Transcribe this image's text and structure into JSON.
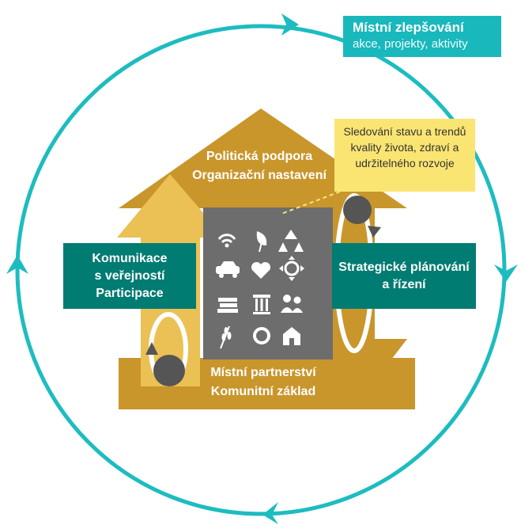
{
  "top_banner": {
    "title": "Místní zlepšování",
    "subtitle": "akce, projekty, aktivity"
  },
  "note": {
    "text": "Sledování stavu a trendů kvality života, zdraví a udržitelného rozvoje"
  },
  "roof": {
    "line1": "Politická podpora",
    "line2": "Organizační nastavení"
  },
  "left_box": {
    "line1": "Komunikace",
    "line2": "s veřejností",
    "line3": "Participace"
  },
  "right_box": {
    "line1": "Strategické plánování",
    "line2": "a řízení"
  },
  "base": {
    "line1": "Místní partnerství",
    "line2": "Komunitní základ"
  },
  "colors": {
    "cycle_teal": "#1dbcc0",
    "teal_box": "#007c72",
    "gold_dark": "#c9962c",
    "gold_light": "#ebc155",
    "center_gray": "#6d6d6d",
    "note_yellow": "#fbe572",
    "banner_teal": "#18b8bd"
  },
  "icons": [
    "wifi-icon",
    "leaf-icon",
    "recycle-icon",
    "car-icon",
    "heart-icon",
    "direction-icon",
    "books-icon",
    "column-icon",
    "people-icon",
    "wheat-icon",
    "circle-icon",
    "house-icon"
  ]
}
